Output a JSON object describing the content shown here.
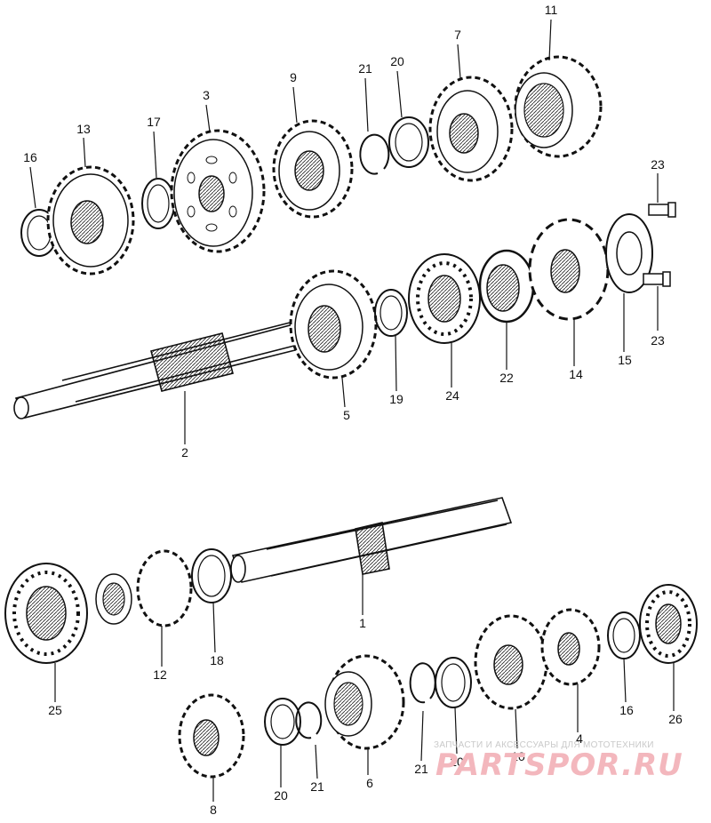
{
  "parts": [
    {
      "id": "callout-1",
      "text": "1"
    },
    {
      "id": "callout-2",
      "text": "2"
    },
    {
      "id": "callout-3",
      "text": "3"
    },
    {
      "id": "callout-4",
      "text": "4"
    },
    {
      "id": "callout-5",
      "text": "5"
    },
    {
      "id": "callout-6",
      "text": "6"
    },
    {
      "id": "callout-7",
      "text": "7"
    },
    {
      "id": "callout-8",
      "text": "8"
    },
    {
      "id": "callout-9",
      "text": "9"
    },
    {
      "id": "callout-10",
      "text": "10"
    },
    {
      "id": "callout-11",
      "text": "11"
    },
    {
      "id": "callout-12",
      "text": "12"
    },
    {
      "id": "callout-13",
      "text": "13"
    },
    {
      "id": "callout-14",
      "text": "14"
    },
    {
      "id": "callout-15",
      "text": "15"
    },
    {
      "id": "callout-16a",
      "text": "16"
    },
    {
      "id": "callout-16b",
      "text": "16"
    },
    {
      "id": "callout-17",
      "text": "17"
    },
    {
      "id": "callout-18",
      "text": "18"
    },
    {
      "id": "callout-19",
      "text": "19"
    },
    {
      "id": "callout-20a",
      "text": "20"
    },
    {
      "id": "callout-20b",
      "text": "20"
    },
    {
      "id": "callout-20c",
      "text": "20"
    },
    {
      "id": "callout-21a",
      "text": "21"
    },
    {
      "id": "callout-21b",
      "text": "21"
    },
    {
      "id": "callout-21c",
      "text": "21"
    },
    {
      "id": "callout-22",
      "text": "22"
    },
    {
      "id": "callout-23a",
      "text": "23"
    },
    {
      "id": "callout-23b",
      "text": "23"
    },
    {
      "id": "callout-24",
      "text": "24"
    },
    {
      "id": "callout-25",
      "text": "25"
    },
    {
      "id": "callout-26",
      "text": "26"
    }
  ],
  "watermark": {
    "tagline": "ЗАПЧАСТИ И АКСЕССУАРЫ ДЛЯ МОТОТЕХНИКИ",
    "brand": "PARTSPOR.RU"
  }
}
